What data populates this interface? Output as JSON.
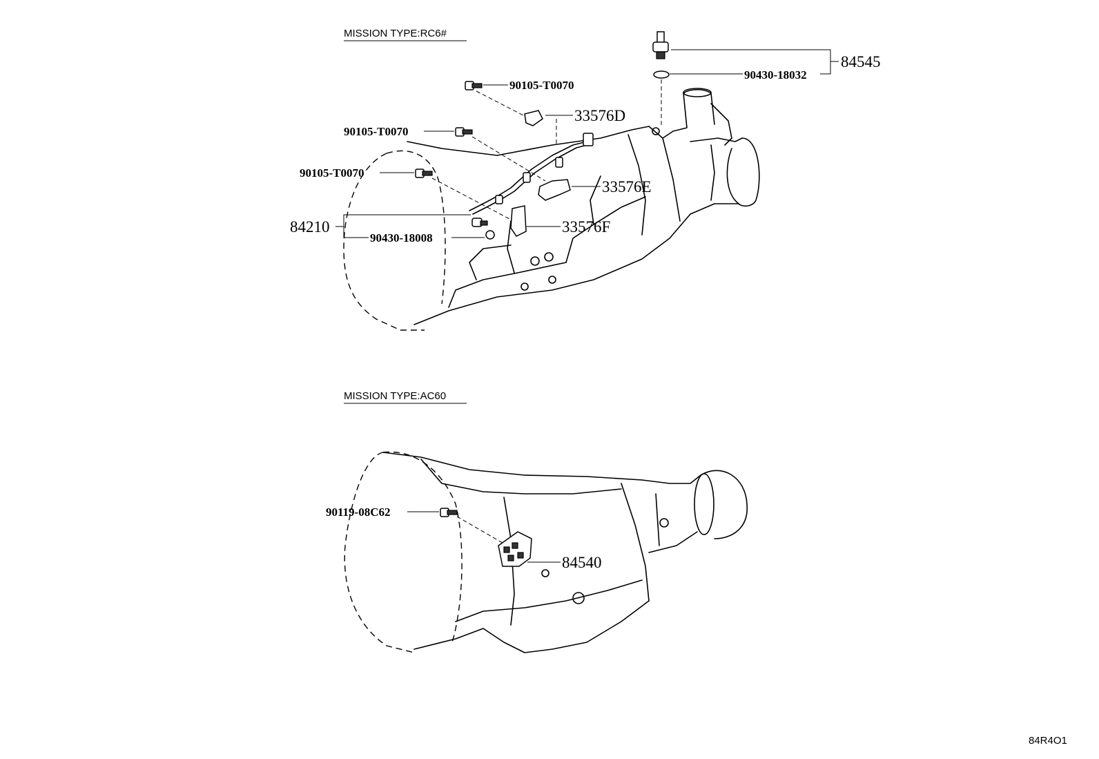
{
  "sections": {
    "rc6": {
      "title": "MISSION TYPE:RC6#"
    },
    "ac60": {
      "title": "MISSION TYPE:AC60"
    }
  },
  "labels": {
    "p84545": "84545",
    "p90430_18032": "90430-18032",
    "p90105_t0070_a": "90105-T0070",
    "p33576d": "33576D",
    "p90105_t0070_b": "90105-T0070",
    "p90105_t0070_c": "90105-T0070",
    "p33576e": "33576E",
    "p84210": "84210",
    "p33576f": "33576F",
    "p90430_18008": "90430-18008",
    "p90119_08c62": "90119-08C62",
    "p84540": "84540"
  },
  "ref_code": "84R4O1"
}
